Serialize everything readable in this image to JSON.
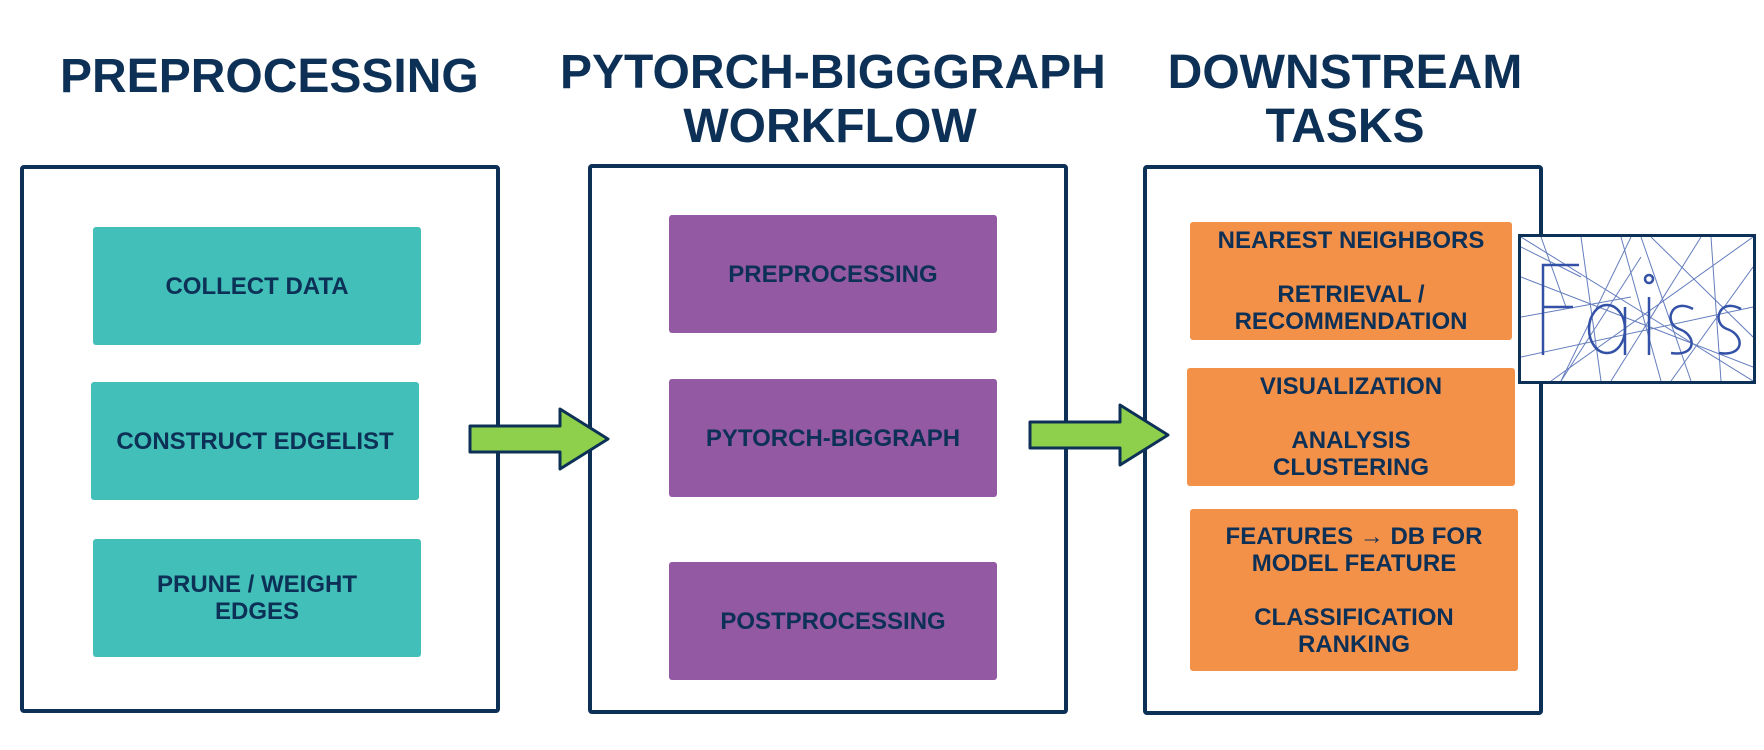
{
  "colors": {
    "navy": "#0d3056",
    "teal": "#41bfb8",
    "purple": "#9459a3",
    "orange": "#f49149",
    "arrow_green": "#8ecf4c"
  },
  "columns": {
    "preprocessing": {
      "title": "PREPROCESSING",
      "boxes": [
        {
          "lines": [
            "COLLECT DATA"
          ]
        },
        {
          "lines": [
            "CONSTRUCT EDGELIST"
          ]
        },
        {
          "lines": [
            "PRUNE / WEIGHT",
            "EDGES"
          ]
        }
      ]
    },
    "workflow": {
      "title_line1": "PYTORCH-BIGGGRAPH",
      "title_line2": "WORKFLOW",
      "boxes": [
        {
          "lines": [
            "PREPROCESSING"
          ]
        },
        {
          "lines": [
            "PYTORCH-BIGGRAPH"
          ]
        },
        {
          "lines": [
            "POSTPROCESSING"
          ]
        }
      ]
    },
    "downstream": {
      "title_line1": "DOWNSTREAM",
      "title_line2": "TASKS",
      "boxes": [
        {
          "top": "NEAREST NEIGHBORS",
          "bottom": [
            "RETRIEVAL /",
            "RECOMMENDATION"
          ]
        },
        {
          "top": "VISUALIZATION",
          "bottom": [
            "ANALYSIS",
            "CLUSTERING"
          ]
        },
        {
          "top_lines": [
            "FEATURES → DB FOR",
            "MODEL FEATURE"
          ],
          "bottom": [
            "CLASSIFICATION",
            "RANKING"
          ]
        }
      ]
    }
  },
  "icons": {
    "arrow1": "right-arrow-icon",
    "arrow2": "right-arrow-icon",
    "thumbnail": "faiss-voronoi-logo"
  }
}
